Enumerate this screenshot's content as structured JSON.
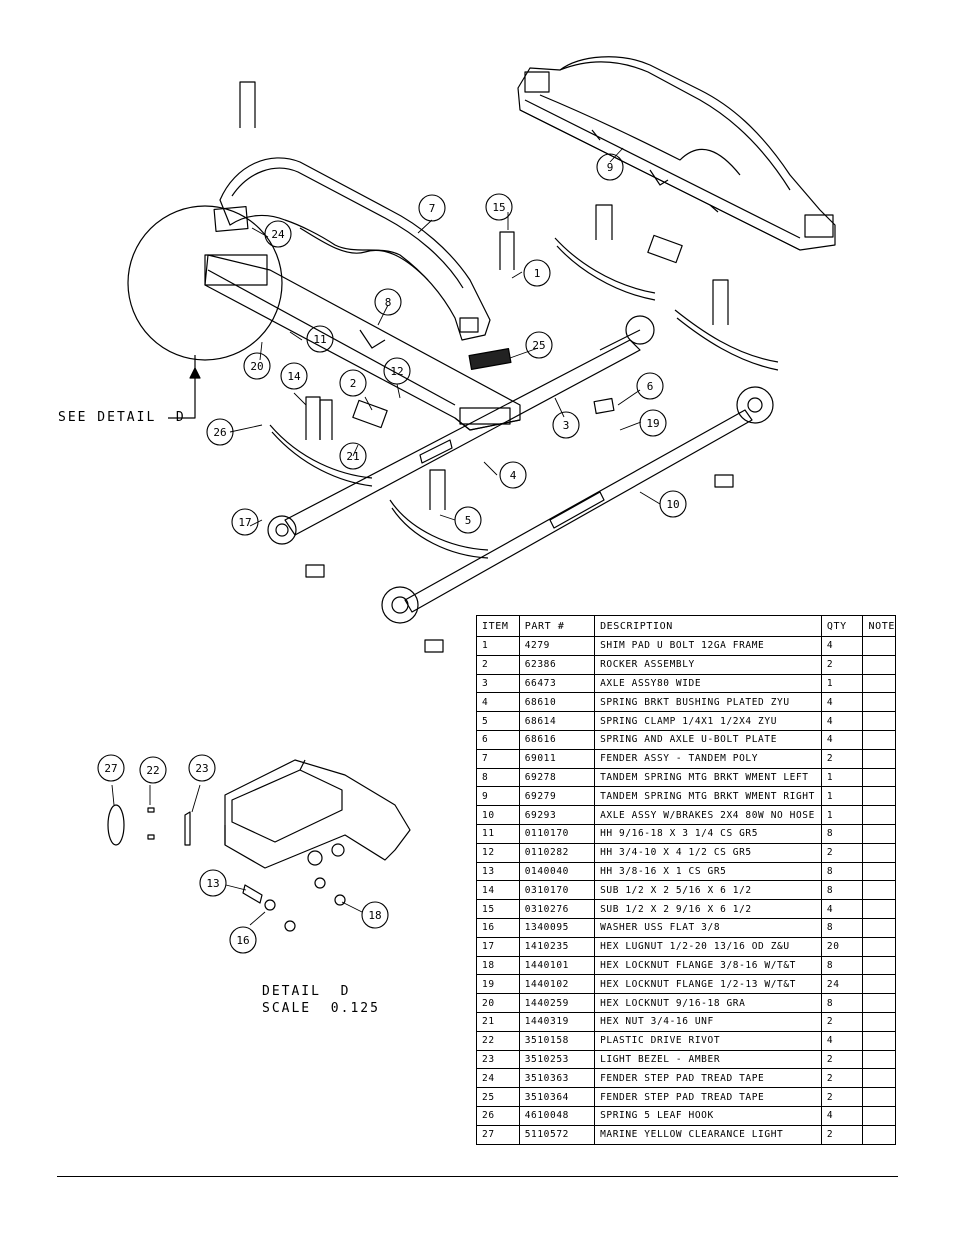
{
  "callouts": {
    "see_detail": "SEE DETAIL  D",
    "detail_title": "DETAIL  D",
    "detail_scale": "SCALE  0.125"
  },
  "bubbles": [
    {
      "id": "b1",
      "label": "1"
    },
    {
      "id": "b2",
      "label": "2"
    },
    {
      "id": "b3",
      "label": "3"
    },
    {
      "id": "b4",
      "label": "4"
    },
    {
      "id": "b5",
      "label": "5"
    },
    {
      "id": "b6",
      "label": "6"
    },
    {
      "id": "b7",
      "label": "7"
    },
    {
      "id": "b8",
      "label": "8"
    },
    {
      "id": "b9",
      "label": "9"
    },
    {
      "id": "b10",
      "label": "10"
    },
    {
      "id": "b11",
      "label": "11"
    },
    {
      "id": "b12",
      "label": "12"
    },
    {
      "id": "b13",
      "label": "13"
    },
    {
      "id": "b14",
      "label": "14"
    },
    {
      "id": "b15",
      "label": "15"
    },
    {
      "id": "b16",
      "label": "16"
    },
    {
      "id": "b17",
      "label": "17"
    },
    {
      "id": "b18",
      "label": "18"
    },
    {
      "id": "b19",
      "label": "19"
    },
    {
      "id": "b20",
      "label": "20"
    },
    {
      "id": "b21",
      "label": "21"
    },
    {
      "id": "b22",
      "label": "22"
    },
    {
      "id": "b23",
      "label": "23"
    },
    {
      "id": "b24",
      "label": "24"
    },
    {
      "id": "b25",
      "label": "25"
    },
    {
      "id": "b26",
      "label": "26"
    },
    {
      "id": "b27",
      "label": "27"
    }
  ],
  "table": {
    "headers": [
      "ITEM",
      "PART #",
      "DESCRIPTION",
      "QTY",
      "NOTE"
    ],
    "rows": [
      [
        "1",
        "4279",
        "SHIM PAD   U BOLT 12GA FRAME",
        "4",
        ""
      ],
      [
        "2",
        "62386",
        "ROCKER ASSEMBLY",
        "2",
        ""
      ],
      [
        "3",
        "66473",
        "AXLE ASSY80 WIDE",
        "1",
        ""
      ],
      [
        "4",
        "68610",
        "SPRING BRKT BUSHING PLATED ZYU",
        "4",
        ""
      ],
      [
        "5",
        "68614",
        "SPRING CLAMP   1/4X1 1/2X4  ZYU",
        "4",
        ""
      ],
      [
        "6",
        "68616",
        "SPRING AND AXLE U-BOLT PLATE",
        "4",
        ""
      ],
      [
        "7",
        "69011",
        "FENDER ASSY - TANDEM POLY",
        "2",
        ""
      ],
      [
        "8",
        "69278",
        "TANDEM SPRING MTG BRKT WMENT LEFT",
        "1",
        ""
      ],
      [
        "9",
        "69279",
        "TANDEM SPRING MTG BRKT WMENT RIGHT",
        "1",
        ""
      ],
      [
        "10",
        "69293",
        "AXLE ASSY W/BRAKES 2X4 80W NO HOSE",
        "1",
        ""
      ],
      [
        "11",
        "0110170",
        "HH 9/16-18 X 3 1/4 CS GR5",
        "8",
        ""
      ],
      [
        "12",
        "0110282",
        "HH 3/4-10 X 4 1/2 CS GR5",
        "2",
        ""
      ],
      [
        "13",
        "0140040",
        "HH 3/8-16 X 1 CS GR5",
        "8",
        ""
      ],
      [
        "14",
        "0310170",
        "SUB 1/2 X 2 5/16 X 6 1/2",
        "8",
        ""
      ],
      [
        "15",
        "0310276",
        "SUB 1/2 X 2 9/16 X 6 1/2",
        "4",
        ""
      ],
      [
        "16",
        "1340095",
        "WASHER USS FLAT 3/8",
        "8",
        ""
      ],
      [
        "17",
        "1410235",
        "HEX LUGNUT 1/2-20 13/16 OD Z&U",
        "20",
        ""
      ],
      [
        "18",
        "1440101",
        "HEX LOCKNUT FLANGE 3/8-16 W/T&T",
        "8",
        ""
      ],
      [
        "19",
        "1440102",
        "HEX LOCKNUT FLANGE 1/2-13 W/T&T",
        "24",
        ""
      ],
      [
        "20",
        "1440259",
        "HEX LOCKNUT 9/16-18 GRA",
        "8",
        ""
      ],
      [
        "21",
        "1440319",
        "HEX NUT 3/4-16 UNF",
        "2",
        ""
      ],
      [
        "22",
        "3510158",
        "PLASTIC DRIVE RIVOT",
        "4",
        ""
      ],
      [
        "23",
        "3510253",
        "LIGHT BEZEL - AMBER",
        "2",
        ""
      ],
      [
        "24",
        "3510363",
        "FENDER STEP PAD TREAD TAPE",
        "2",
        ""
      ],
      [
        "25",
        "3510364",
        "FENDER STEP PAD TREAD TAPE",
        "2",
        ""
      ],
      [
        "26",
        "4610048",
        "SPRING  5 LEAF HOOK",
        "4",
        ""
      ],
      [
        "27",
        "5110572",
        "MARINE YELLOW CLEARANCE LIGHT",
        "2",
        ""
      ]
    ]
  }
}
